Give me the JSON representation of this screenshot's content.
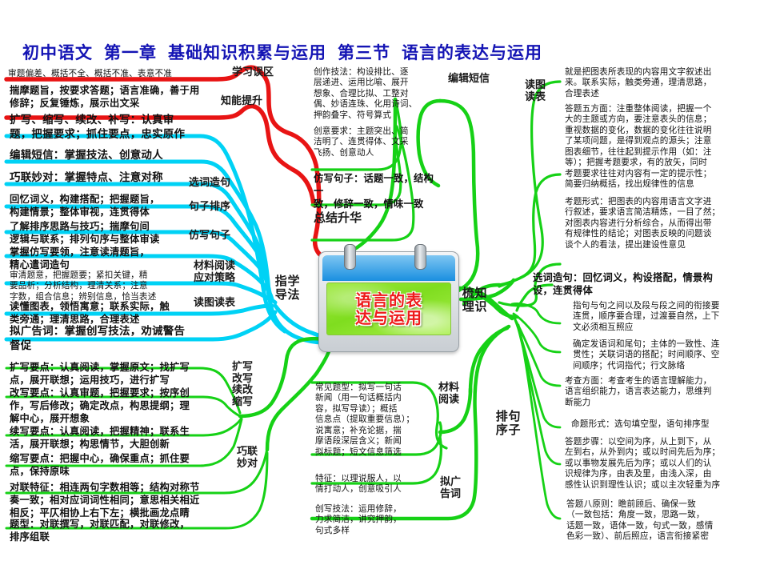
{
  "header": {
    "parts": [
      "初中语文",
      "第一章",
      "基础知识积累与运用",
      "第三节",
      "语言的表达与运用"
    ],
    "color": "#1414b4"
  },
  "center": {
    "title": "语言的表\n达与运用",
    "icon": "calendar-icon",
    "title_color": "#ee1b1b",
    "screen_color": "#8fe22c",
    "header_color": "#1a8fe0"
  },
  "branches": {
    "xuefa_zhidao": {
      "label": "学法\n指导",
      "color": "#00d2f5"
    },
    "zongjie_shenghua": {
      "label": "总结升华",
      "color": "#16d116"
    },
    "zhishi_shuli": {
      "label": "知识\n梳理",
      "color": "#16d116"
    },
    "kuoxie": {
      "label": "扩写\n改写\n续改\n缩写",
      "color": "#16d116"
    },
    "qiaolian": {
      "label": "巧联\n妙对",
      "color": "#16d116"
    },
    "juzi_paixu": {
      "label": "句子\n排序",
      "color": "#16d116"
    }
  },
  "sublabels": {
    "xuexi_wuqu": "学习误区",
    "zhineng_tisheng": "知能提升",
    "xuanci_zaoju": "选词造句",
    "juzi_paixu": "句子排序",
    "fangxie_juzi": "仿写句子",
    "cailiao_yuedu_celue": "材料阅读\n应对策略",
    "dutu_dubiao_left": "读图读表",
    "bianji_duanxin": "编辑短信",
    "dutu_dubiao_right": "读图\n读表",
    "cailiao_yuedu": "材料\n阅读",
    "ni_guanggaoci": "拟广\n告词"
  },
  "left_column": [
    {
      "name": "leaf-shenti-pianca",
      "text": "审题偏差、概括不全、概括不准、表意不准",
      "size": "sm",
      "connector": "#e81414"
    },
    {
      "name": "leaf-chuaimo-tizhi",
      "text": "揣摩题旨，按要求答题；语言准确，善于用\n修辞；反复锤炼，展示出文采",
      "size": "mid",
      "connector": "#e81414"
    },
    {
      "name": "leaf-kuoxie-suoxie",
      "text": "扩写、缩写、续改、补写：认真审\n题，把握要求；抓住要点，忠实原作",
      "size": "big",
      "connector": "#00d2f5"
    },
    {
      "name": "leaf-bianji-duanxin",
      "text": "编辑短信：掌握技法、创意动人",
      "size": "big",
      "connector": "#00d2f5"
    },
    {
      "name": "leaf-qiaolian-miaodui",
      "text": "巧联妙对：掌握特点、注意对称",
      "size": "big",
      "connector": "#00d2f5"
    },
    {
      "name": "leaf-huiyi-ciyi",
      "text": "回忆词义，构建搭配；把握题旨，\n构建情景；整体审视，连贯得体",
      "size": "mid",
      "connector": "#00d2f5"
    },
    {
      "name": "leaf-liaojie-paixu",
      "text": "了解排序思路与技巧；揣摩句间\n逻辑与联系；排列句序与整体审读",
      "size": "mid",
      "connector": "#00d2f5"
    },
    {
      "name": "leaf-zhangwo-fangxie",
      "text": "掌握仿写要领，注意读清题旨，\n精心遣词造句",
      "size": "mid",
      "connector": "#00d2f5"
    },
    {
      "name": "leaf-shenqing-tiyi",
      "text": "审清题意，把握题要；紧扣关键，精\n要品析；分析结构，理清关系；注意\n字数，组合信息；辨别信息，恰当表述",
      "size": "sm",
      "connector": "#00d2f5"
    },
    {
      "name": "leaf-dudong-tubiao",
      "text": "读懂图表，领悟寓意；联系实际，触\n类旁通；理清思路，合理表述",
      "size": "mid",
      "connector": "#00d2f5"
    },
    {
      "name": "leaf-ni-guanggaoci",
      "text": "拟广告词：掌握创写技法，劝诫警告\n督促",
      "size": "big",
      "connector": "#00d2f5"
    },
    {
      "name": "leaf-kuoxie-yaodian",
      "text": "扩写要点：认真阅读，掌握原文；找扩写\n点，展开联想；运用技巧，进行扩写",
      "size": "mid",
      "connector": "#16d116"
    },
    {
      "name": "leaf-gaixie-yaodian",
      "text": "改写要点：认真审题，把握要求；按序创\n作，写后修改；确定改点，构思提纲；理\n解中心，展开想象",
      "size": "mid",
      "connector": "#16d116"
    },
    {
      "name": "leaf-xuxie-yaodian",
      "text": "续写要点：认真阅读，把握精神；联系生\n活，展开联想；构思情节，大胆创新",
      "size": "mid",
      "connector": "#16d116"
    },
    {
      "name": "leaf-suoxie-yaodian",
      "text": "缩写要点：把握中心，确保重点；抓住要\n点，保持原味",
      "size": "mid",
      "connector": "#16d116"
    },
    {
      "name": "leaf-duilian-tezheng",
      "text": "对联特征：相连两句字数相等；结构对称节\n奏一致；相对应词词性相同；意思相关相近\n相反；平仄相协上右下左；横批画龙点睛",
      "size": "mid",
      "connector": "#16d116"
    },
    {
      "name": "leaf-duilian-tixing",
      "text": "题型：对联撰写，对联匹配，对联修改，\n排序组联",
      "size": "mid",
      "connector": "#16d116"
    }
  ],
  "middle_column": [
    {
      "name": "leaf-chuangzuo-jifa",
      "text": "创作技法：构设排比、逐\n层递进、运用比喻、展开\n想象、合理比拟、工整对\n偶、妙语连珠、化用诗词、\n押韵叠字、符号算式",
      "size": "sm",
      "connector": "#16d116"
    },
    {
      "name": "leaf-chuangyi-yaoqiu",
      "text": "创意要求：主题突出、简\n洁明了、连贯得体、文采\n飞扬、创意动人",
      "size": "sm",
      "connector": "#16d116"
    },
    {
      "name": "leaf-fangxie-juzi",
      "text": "仿写句子：话题一致，结构一\n致，修辞一致，情味一致",
      "size": "mid",
      "connector": "#16d116"
    },
    {
      "name": "leaf-changjian-tixing",
      "text": "常见题型：拟写一句话\n新闻（用一句话概括内\n容，拟写导读）；概括\n信息点（提取重要信息）；\n说寓意；补充论据，揣\n摩语段深层含义；新闻\n拟标题；短文信息筛选",
      "size": "sm",
      "connector": "#16d116"
    },
    {
      "name": "leaf-tezheng-shuofu",
      "text": "特征：以理说服人，以\n情打动人，创意吸引人",
      "size": "sm",
      "connector": "#16d116"
    },
    {
      "name": "leaf-chuangxie-jifa",
      "text": "创写技法：运用修辞，\n力求简洁，讲究押韵，\n句式多样",
      "size": "sm",
      "connector": "#16d116"
    }
  ],
  "right_column": [
    {
      "name": "leaf-jiushi-batubiao",
      "text": "就是把图表所表现的内容用文字叙述出\n来。联系实际，触类旁通，理清思路，\n合理表述",
      "size": "sm",
      "connector": "#16d116"
    },
    {
      "name": "leaf-dati-wufangmian",
      "text": "答题五方面：注重整体阅读，把握一个\n大的主题或方向，要注意表头的信息；\n重视数据的变化，数据的变化往往说明\n了某项问题，是得到观点的源头；注意\n图表细节，往往起到提示作用（如：注\n等）；把握考题要求，有的放矢，同时\n考题要求往往对内容有一定的提示性；\n简要归纳概括，找出规律性的信息",
      "size": "sm",
      "connector": "#16d116"
    },
    {
      "name": "leaf-kaoti-xingshi",
      "text": "考题形式：把图表的内容用语言文字进\n行叙述，要求语言简洁精炼，一目了然；\n对图表内容进行分析综合，从而得出带\n有规律性的结论；对图表反映的问题谈\n谈个人的看法，提出建设性意见",
      "size": "sm",
      "connector": "#16d116"
    },
    {
      "name": "leaf-xuanci-zaoju",
      "text": "选词造句：回忆词义，构设搭配，情景构\n设，连贯得体",
      "size": "mid",
      "connector": "#16d116"
    },
    {
      "name": "leaf-zhiju-yuju",
      "text": "指句与句之间以及段与段之间的衔接要\n连贯，顺序要合理，过渡要自然，上下\n文必须相互照应",
      "size": "sm",
      "connector": "#16d116"
    },
    {
      "name": "leaf-queding-fayuci",
      "text": "确定发语词和尾句；主体的一致性、连\n贯性；关联词语的搭配；时间顺序、空\n间顺序；代词指代；行文脉络",
      "size": "sm",
      "connector": "#16d116"
    },
    {
      "name": "leaf-kaocha-fangmian",
      "text": "考查方面：考查考生的语言理解能力，\n语言组织能力，语言表达能力，思维判\n断能力",
      "size": "sm",
      "connector": "#16d116"
    },
    {
      "name": "leaf-mingti-xingshi",
      "text": "命题形式：选句填空型，语句排序型",
      "size": "sm",
      "connector": "#16d116"
    },
    {
      "name": "leaf-dati-buzhou",
      "text": "答题步骤：以空间为序，从上到下，从\n左到右，从外到内；或以时间先后为序；\n或以事物发展先后为序；或以人们的认\n识规律为序，由表及里，由浅入深，由\n感性认识到理性认识；或以主次轻重为序",
      "size": "sm",
      "connector": "#16d116"
    },
    {
      "name": "leaf-dati-bayuanze",
      "text": "答题八原则：瞻前顾后、确保一致\n（一致包括：角度一致，思路一致，\n话题一致，语体一致，句式一致，感情\n色彩一致）、前后照应，语言衔接紧密",
      "size": "sm",
      "connector": "#16d116"
    }
  ]
}
